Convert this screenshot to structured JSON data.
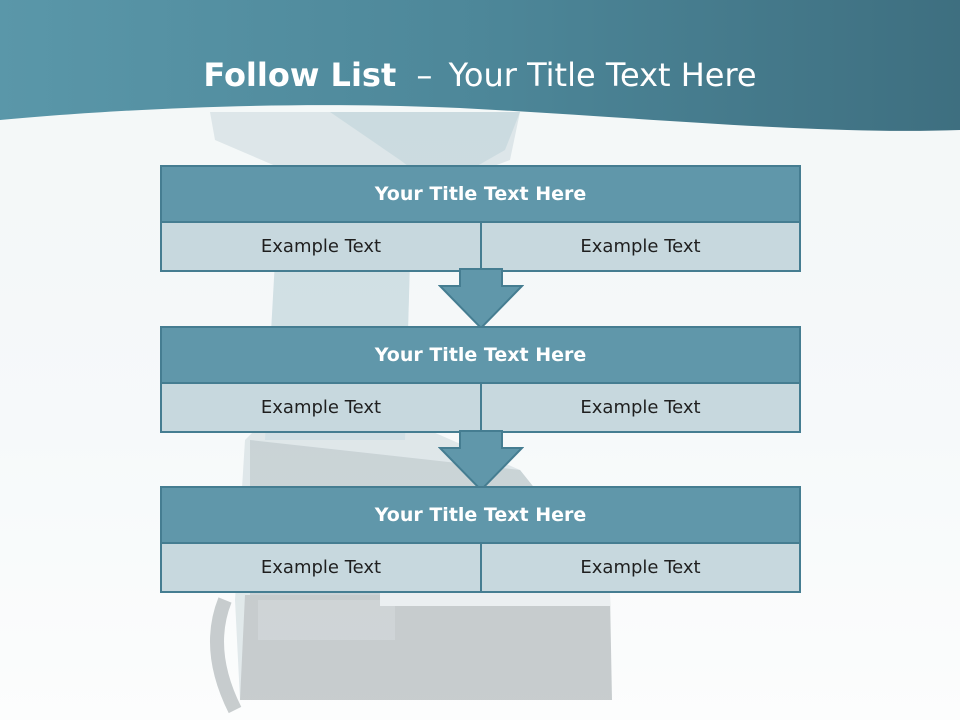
{
  "slide": {
    "title_bold": "Follow List",
    "title_dash": "–",
    "title_rest": "Your Title Text Here"
  },
  "blocks": [
    {
      "title": "Your Title Text Here",
      "left_text": "Example Text",
      "right_text": "Example Text"
    },
    {
      "title": "Your Title Text Here",
      "left_text": "Example Text",
      "right_text": "Example Text"
    },
    {
      "title": "Your Title Text Here",
      "left_text": "Example Text",
      "right_text": "Example Text"
    }
  ],
  "colors": {
    "header": "#4e8799",
    "title_bar": "#6097aa",
    "cell": "#c7d8de",
    "border": "#457d91"
  }
}
